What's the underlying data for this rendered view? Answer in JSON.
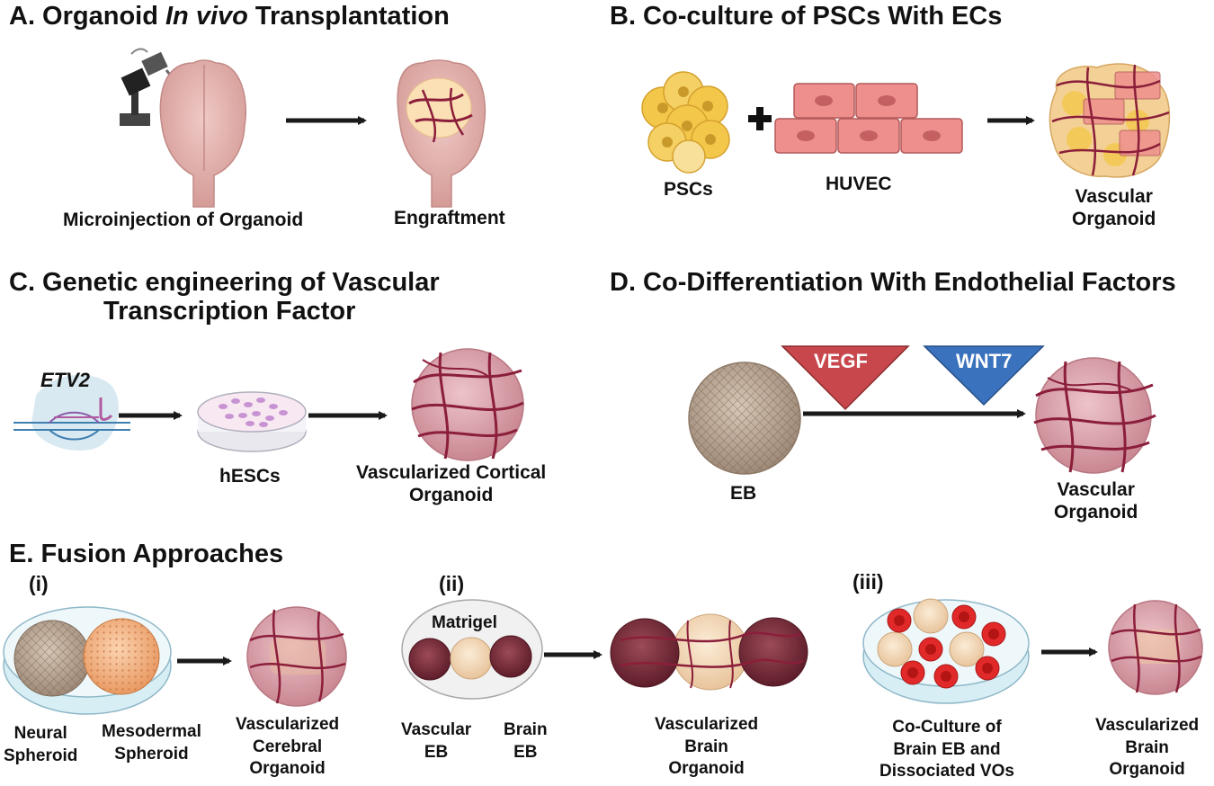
{
  "panels": {
    "a": {
      "title_prefix": "A. Organoid ",
      "title_italic": "In vivo",
      "title_suffix": " Transplantation",
      "label_injection": "Microinjection of Organoid",
      "label_engraftment": "Engraftment"
    },
    "b": {
      "title": "B. Co-culture of PSCs With ECs",
      "label_pscs": "PSCs",
      "label_huvec": "HUVEC",
      "label_vo_line1": "Vascular",
      "label_vo_line2": "Organoid"
    },
    "c": {
      "title_line1": "C. Genetic engineering of Vascular",
      "title_line2": "Transcription Factor",
      "label_gene": "ETV2",
      "label_hescs": "hESCs",
      "label_vco_line1": "Vascularized Cortical",
      "label_vco_line2": "Organoid"
    },
    "d": {
      "title": "D. Co-Differentiation With Endothelial Factors",
      "factor_1": "VEGF",
      "factor_2": "WNT7",
      "label_eb": "EB",
      "label_vo_line1": "Vascular",
      "label_vo_line2": "Organoid"
    },
    "e": {
      "title": "E. Fusion Approaches",
      "sub_i": "(i)",
      "sub_ii": "(ii)",
      "sub_iii": "(iii)",
      "label_neural_1": "Neural",
      "label_neural_2": "Spheroid",
      "label_meso_1": "Mesodermal",
      "label_meso_2": "Spheroid",
      "label_vcereb_1": "Vascularized",
      "label_vcereb_2": "Cerebral",
      "label_vcereb_3": "Organoid",
      "label_matrigel": "Matrigel",
      "label_veb_1": "Vascular",
      "label_veb_2": "EB",
      "label_beb_1": "Brain",
      "label_beb_2": "EB",
      "label_vbrain_1": "Vascularized",
      "label_vbrain_2": "Brain",
      "label_vbrain_3": "Organoid",
      "label_cocult_1": "Co-Culture of",
      "label_cocult_2": "Brain EB and",
      "label_cocult_3": "Dissociated VOs",
      "label_vbrain2_1": "Vascularized",
      "label_vbrain2_2": "Brain",
      "label_vbrain2_3": "Organoid"
    }
  },
  "colors": {
    "vessel": "#8b1e3a",
    "organoid": "#d99aa3",
    "brain": "#e4b2ae",
    "vegf": "#c8474c",
    "wnt7": "#3a72bd",
    "psc": "#f3c84a",
    "huvec": "#ec8a89",
    "arrow": "#1a1a1a"
  }
}
